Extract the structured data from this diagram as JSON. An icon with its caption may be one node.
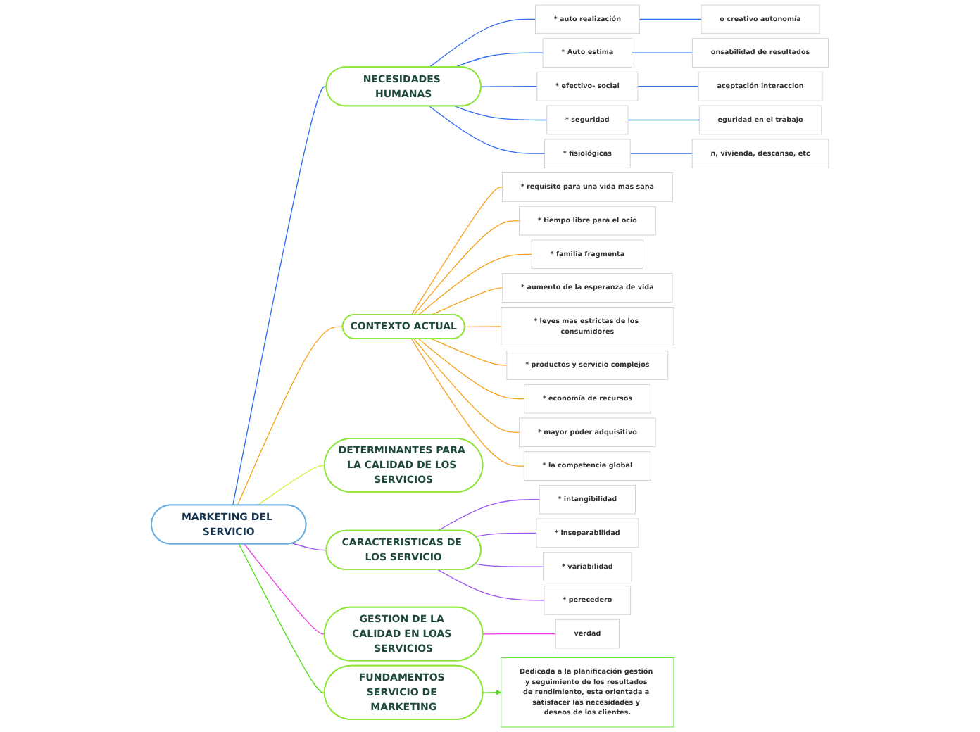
{
  "diagram": {
    "nodes": [
      {
        "text": [
          "MARKETING DEL SERVICIO"
        ]
      },
      {
        "text": [
          "NECESIDADES HUMANAS"
        ]
      },
      {
        "text": [
          "* auto realización"
        ]
      },
      {
        "text": [
          "o creativo autonomía"
        ]
      },
      {
        "text": [
          "* Auto estima"
        ]
      },
      {
        "text": [
          "onsabilidad de resultados"
        ]
      },
      {
        "text": [
          "* efectivo- social"
        ]
      },
      {
        "text": [
          "aceptación interaccion"
        ]
      },
      {
        "text": [
          "* seguridad"
        ]
      },
      {
        "text": [
          "eguridad en el trabajo"
        ]
      },
      {
        "text": [
          "* fisiológicas"
        ]
      },
      {
        "text": [
          "n, vivienda, descanso, etc"
        ]
      },
      {
        "text": [
          "CONTEXTO ACTUAL"
        ]
      },
      {
        "text": [
          "* requisito para una vida mas sana"
        ]
      },
      {
        "text": [
          "* tiempo libre para el ocio"
        ]
      },
      {
        "text": [
          "* familia fragmenta"
        ]
      },
      {
        "text": [
          "* aumento de la esperanza de vida"
        ]
      },
      {
        "text": [
          "* leyes mas estrictas de los consumidores"
        ]
      },
      {
        "text": [
          "* productos y servicio complejos"
        ]
      },
      {
        "text": [
          "* economía de recursos"
        ]
      },
      {
        "text": [
          "* mayor poder adquisitivo"
        ]
      },
      {
        "text": [
          "* la competencia global"
        ]
      },
      {
        "text": [
          "DETERMINANTES PARA LA CALIDAD DE LOS SERVICIOS"
        ]
      },
      {
        "text": [
          "CARACTERISTICAS DE LOS SERVICIO"
        ]
      },
      {
        "text": [
          "* intangibilidad"
        ]
      },
      {
        "text": [
          "* inseparabilidad"
        ]
      },
      {
        "text": [
          "* variabilidad"
        ]
      },
      {
        "text": [
          "* perecedero"
        ]
      },
      {
        "text": [
          "GESTION DE LA CALIDAD EN LOAS SERVICIOS"
        ]
      },
      {
        "text": [
          "verdad"
        ]
      },
      {
        "text": [
          "FUNDAMENTOS SERVICIO DE MARKETING"
        ]
      },
      {
        "text": [
          "Dedicada a la planificación gestión y seguimiento de los resultados de rendimiento, esta orientada a satisfacer las necesidades y deseos de los clientes."
        ]
      }
    ],
    "edges": [
      {
        "from": 0,
        "to": 1,
        "arrow": "none",
        "color": "#2f6cf0"
      },
      {
        "from": 1,
        "to": 2,
        "arrow": "none",
        "color": "#2f6cf0"
      },
      {
        "from": 2,
        "to": 3,
        "arrow": "none",
        "color": "#2f6cf0"
      },
      {
        "from": 1,
        "to": 4,
        "arrow": "none",
        "color": "#2f6cf0"
      },
      {
        "from": 4,
        "to": 5,
        "arrow": "none",
        "color": "#2f6cf0"
      },
      {
        "from": 1,
        "to": 6,
        "arrow": "none",
        "color": "#2f6cf0"
      },
      {
        "from": 6,
        "to": 7,
        "arrow": "none",
        "color": "#2f6cf0"
      },
      {
        "from": 1,
        "to": 8,
        "arrow": "none",
        "color": "#2f6cf0"
      },
      {
        "from": 8,
        "to": 9,
        "arrow": "none",
        "color": "#2f6cf0"
      },
      {
        "from": 1,
        "to": 10,
        "arrow": "none",
        "color": "#2f6cf0"
      },
      {
        "from": 10,
        "to": 11,
        "arrow": "none",
        "color": "#2f6cf0"
      },
      {
        "from": 0,
        "to": 12,
        "arrow": "none",
        "color": "#f7a21b"
      },
      {
        "from": 12,
        "to": 13,
        "arrow": "none",
        "color": "#f7a21b"
      },
      {
        "from": 12,
        "to": 14,
        "arrow": "none",
        "color": "#f7a21b"
      },
      {
        "from": 12,
        "to": 15,
        "arrow": "none",
        "color": "#f7a21b"
      },
      {
        "from": 12,
        "to": 16,
        "arrow": "none",
        "color": "#f7a21b"
      },
      {
        "from": 12,
        "to": 17,
        "arrow": "none",
        "color": "#f7a21b"
      },
      {
        "from": 12,
        "to": 18,
        "arrow": "none",
        "color": "#f7a21b"
      },
      {
        "from": 12,
        "to": 19,
        "arrow": "none",
        "color": "#f7a21b"
      },
      {
        "from": 12,
        "to": 20,
        "arrow": "none",
        "color": "#f7a21b"
      },
      {
        "from": 12,
        "to": 21,
        "arrow": "none",
        "color": "#f7a21b"
      },
      {
        "from": 0,
        "to": 22,
        "arrow": "none",
        "color": "#d7ee3a"
      },
      {
        "from": 0,
        "to": 23,
        "arrow": "none",
        "color": "#9b59f5"
      },
      {
        "from": 23,
        "to": 24,
        "arrow": "none",
        "color": "#9b59f5"
      },
      {
        "from": 23,
        "to": 25,
        "arrow": "none",
        "color": "#9b59f5"
      },
      {
        "from": 23,
        "to": 26,
        "arrow": "none",
        "color": "#9b59f5"
      },
      {
        "from": 23,
        "to": 27,
        "arrow": "none",
        "color": "#9b59f5"
      },
      {
        "from": 0,
        "to": 28,
        "arrow": "none",
        "color": "#ee3ce6"
      },
      {
        "from": 28,
        "to": 29,
        "arrow": "none",
        "color": "#ee3ce6"
      },
      {
        "from": 0,
        "to": 30,
        "arrow": "none",
        "color": "#52e01f"
      },
      {
        "from": 30,
        "to": 31,
        "arrow": "to",
        "color": "#52e01f"
      }
    ]
  }
}
